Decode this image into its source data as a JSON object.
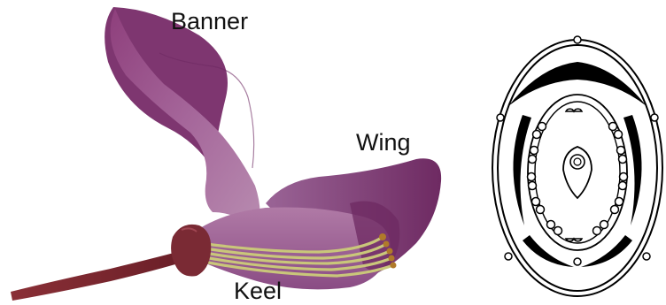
{
  "labels": {
    "banner": "Banner",
    "wing": "Wing",
    "keel": "Keel"
  },
  "colors": {
    "petal_dark": "#6e2a62",
    "petal_mid": "#9a4d8a",
    "petal_light": "#b07aa6",
    "stem": "#7a2a2a",
    "stamens": "#c9c67a",
    "outline": "#000000"
  }
}
